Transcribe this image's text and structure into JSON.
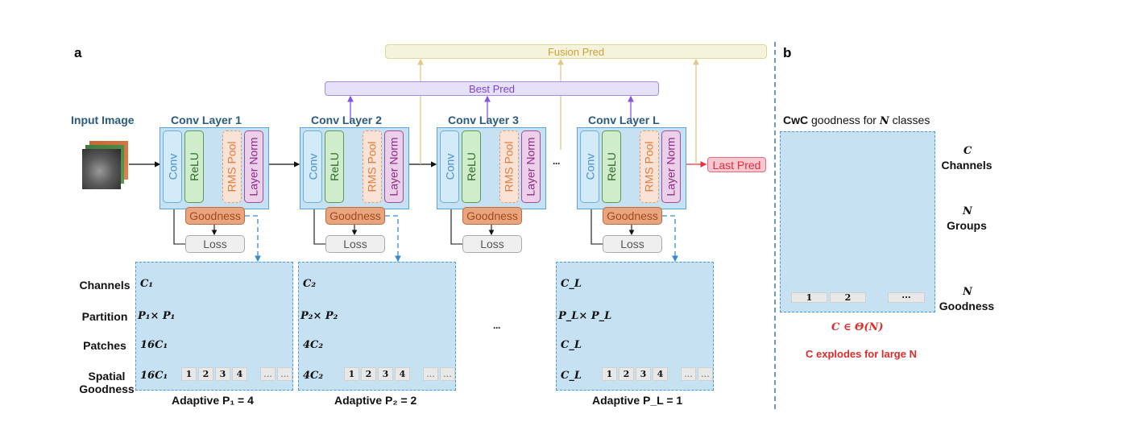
{
  "panel_a": {
    "label": "a",
    "input_image_label": "Input Image",
    "fusion_pred": "Fusion Pred",
    "best_pred": "Best Pred",
    "last_pred": "Last Pred",
    "layers_ellipsis": "···",
    "layers": [
      {
        "title": "Conv Layer 1",
        "conv": "Conv",
        "relu": "ReLU",
        "rms": "RMS Pool",
        "norm": "Layer Norm",
        "goodness": "Goodness",
        "loss": "Loss"
      },
      {
        "title": "Conv Layer 2",
        "conv": "Conv",
        "relu": "ReLU",
        "rms": "RMS Pool",
        "norm": "Layer Norm",
        "goodness": "Goodness",
        "loss": "Loss"
      },
      {
        "title": "Conv Layer 3",
        "conv": "Conv",
        "relu": "ReLU",
        "rms": "RMS Pool",
        "norm": "Layer Norm",
        "goodness": "Goodness",
        "loss": "Loss"
      },
      {
        "title": "Conv Layer L",
        "conv": "Conv",
        "relu": "ReLU",
        "rms": "RMS Pool",
        "norm": "Layer Norm",
        "goodness": "Goodness",
        "loss": "Loss"
      }
    ],
    "row_labels": {
      "channels": "Channels",
      "partition": "Partition",
      "patches": "Patches",
      "spatial_goodness": "Spatial Goodness"
    },
    "spatial_blocks": [
      {
        "channels": "C₁",
        "partition": "P₁× P₁",
        "patches": "16C₁",
        "goodness": "16C₁",
        "caption": "Adaptive  P₁ = 4",
        "grid": 4
      },
      {
        "channels": "C₂",
        "partition": "P₂× P₂",
        "patches": "4C₂",
        "goodness": "4C₂",
        "caption": "Adaptive  P₂ = 2",
        "grid": 2
      },
      {
        "channels": "C_L",
        "partition": "P_L× P_L",
        "patches": "C_L",
        "goodness": "C_L",
        "caption": "Adaptive  P_L = 1",
        "grid": 1
      }
    ],
    "goodness_cells": [
      "1",
      "2",
      "3",
      "4",
      "...",
      "..."
    ],
    "blocks_ellipsis": "···"
  },
  "panel_b": {
    "label": "b",
    "title_bold": "CwC",
    "title_rest": " goodness for ",
    "title_var": "N",
    "title_end": " classes",
    "channels_var": "C",
    "channels_label": "Channels",
    "groups_var": "N",
    "groups_label": "Groups",
    "goodness_var": "N",
    "goodness_label": "Goodness",
    "goodness_cells": [
      "1",
      "2",
      "···"
    ],
    "complexity": "C ∈ Θ(N)",
    "explodes_text": "C explodes for large N",
    "group_colors": [
      "#e9c8ea",
      "#f9dcc8",
      "#d7f0c8"
    ],
    "group_borders": [
      "#b05bb5",
      "#e8905a",
      "#6fb85a"
    ]
  }
}
